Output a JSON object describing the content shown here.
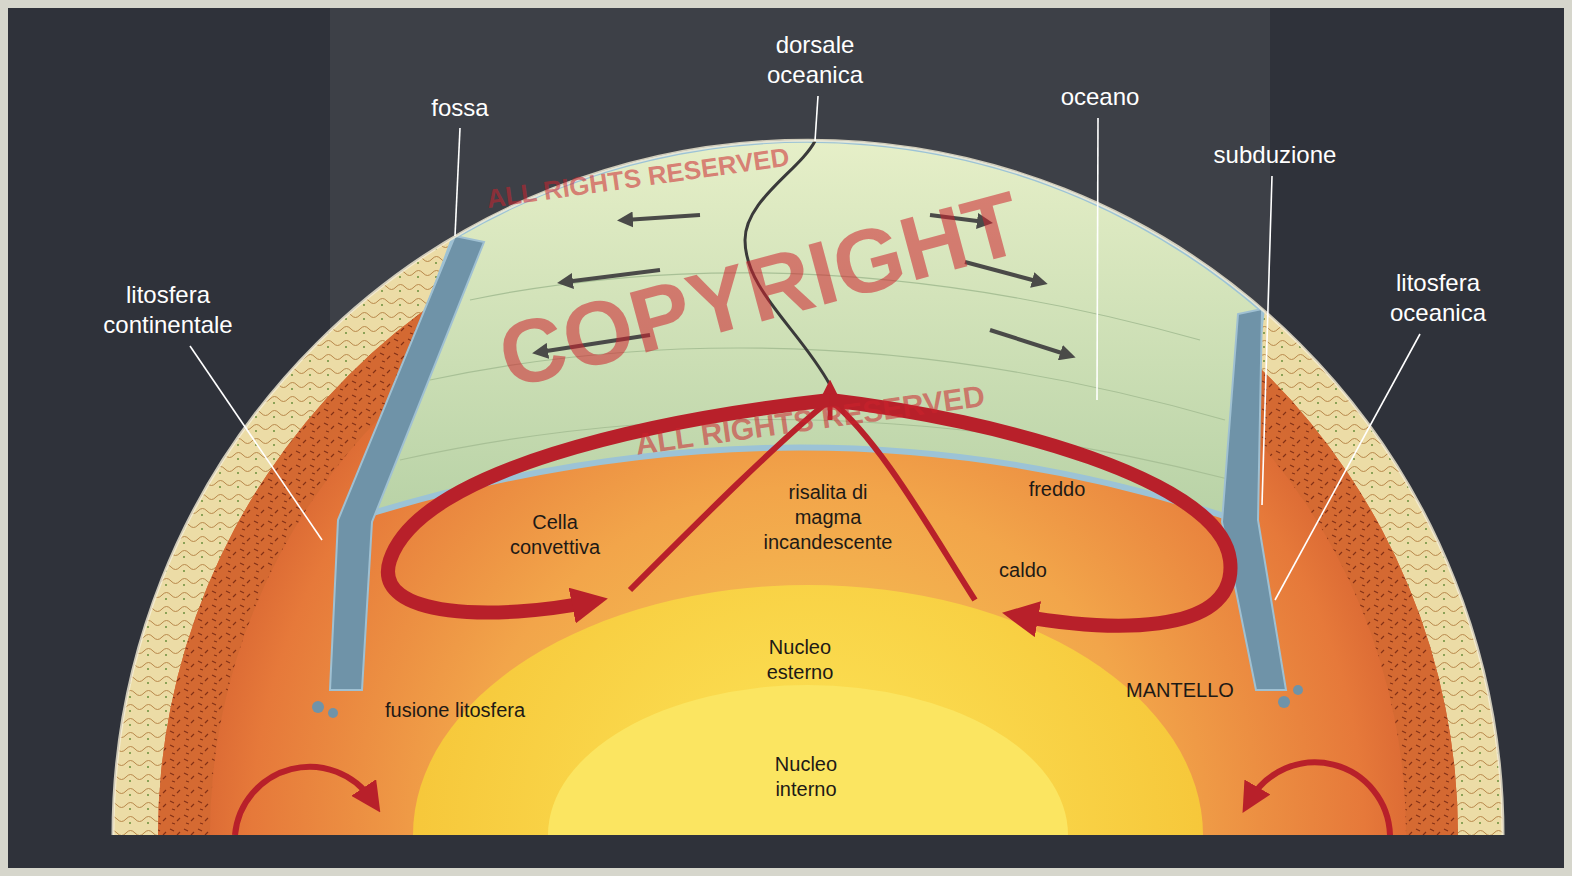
{
  "diagram": {
    "labels": [
      "ALL RIGHTS RESERVED",
      "dorsale oceanica",
      "COPYRIGHT",
      "fossa",
      "oceano",
      "subduzione",
      "litosfera continentale",
      "litosfera oceanica",
      "ALL RIGHTS RESERVED",
      "risalita di magma incandescente",
      "freddo",
      "Cella convettiva",
      "caldo",
      "Nucleo esterno",
      "MANTELLO",
      "fusione litosfera",
      "Nucleo interno"
    ]
  }
}
